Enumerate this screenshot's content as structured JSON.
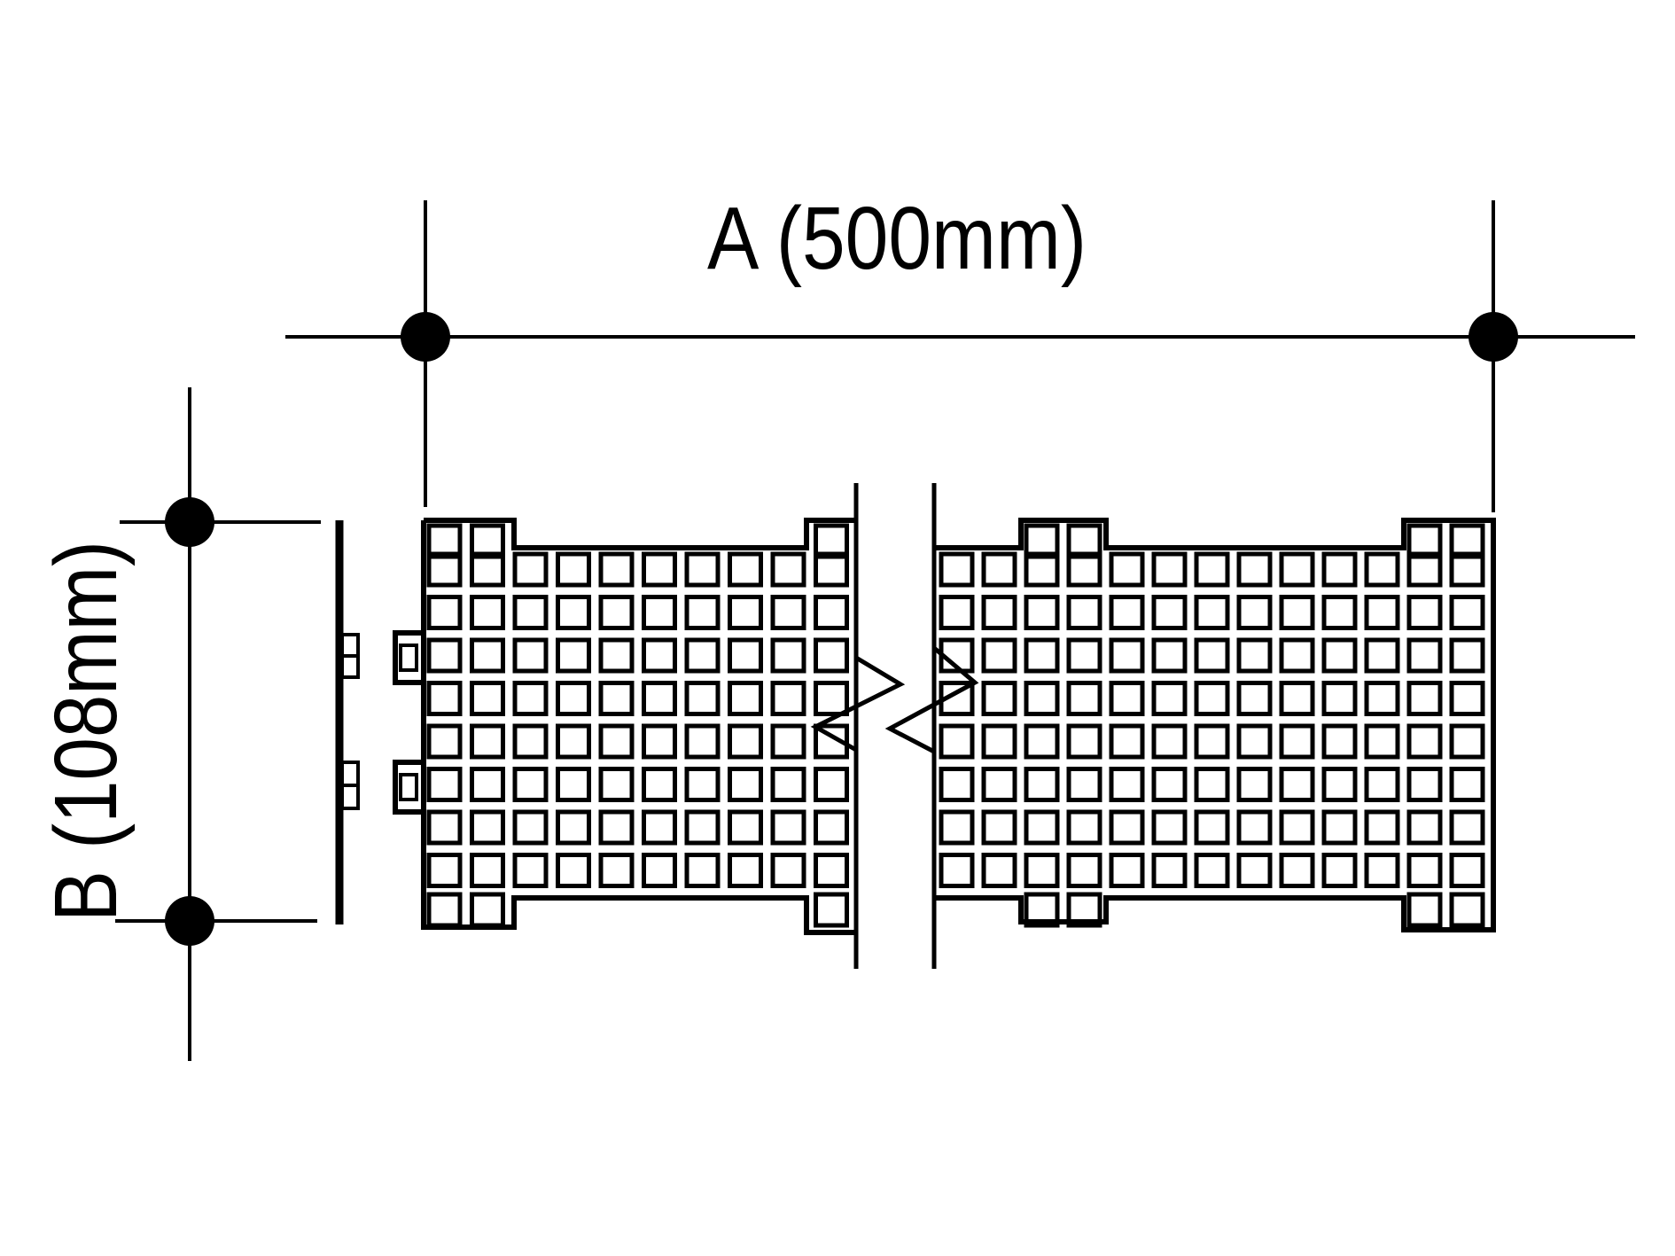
{
  "dimensions": {
    "width_label": "A (500mm)",
    "height_label": "B (108mm)"
  },
  "panel": {
    "main_rows": 8,
    "left_main_cols": 10,
    "right_main_cols": 13
  },
  "colors": {
    "ink": "#000000",
    "background": "#ffffff"
  }
}
